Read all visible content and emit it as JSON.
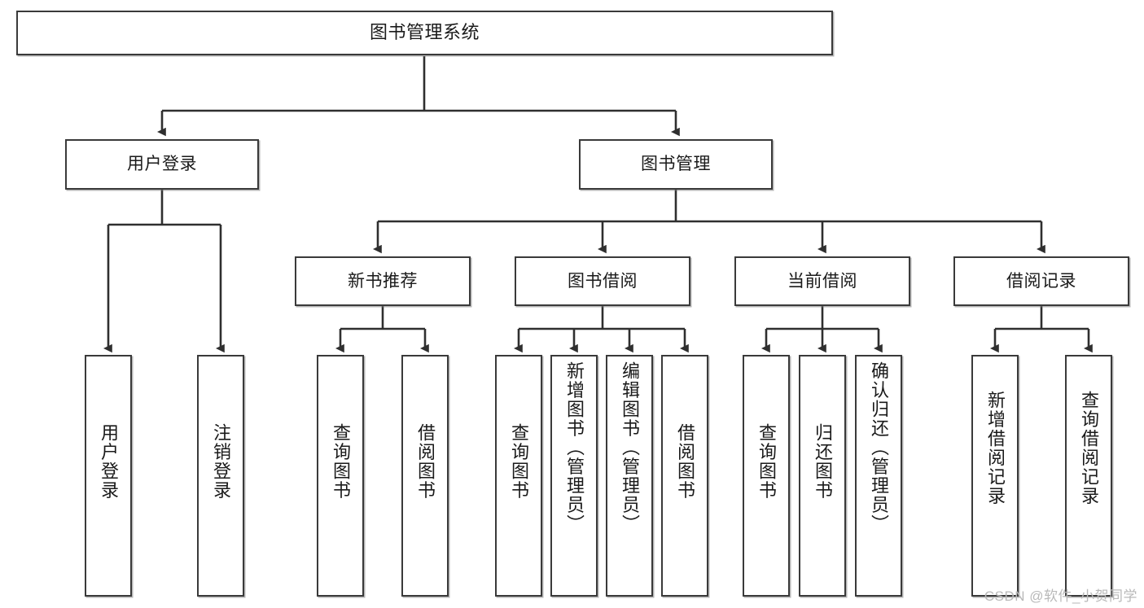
{
  "diagram": {
    "title": "图书管理系统",
    "type": "tree",
    "watermark": "CSDN @软件_小贺同学",
    "colors": {
      "box_border": "#3a3a3a",
      "box_fill": "#ffffff",
      "edge": "#333333",
      "text": "#1a1a1a",
      "watermark": "#b9b9b9"
    },
    "levels": {
      "root": {
        "label": "图书管理系统"
      },
      "level2": [
        {
          "id": "user-login",
          "label": "用户登录"
        },
        {
          "id": "book-manage",
          "label": "图书管理"
        }
      ],
      "level3": [
        {
          "id": "new-book-rec",
          "label": "新书推荐",
          "parent": "book-manage"
        },
        {
          "id": "book-borrow",
          "label": "图书借阅",
          "parent": "book-manage"
        },
        {
          "id": "current-borrow",
          "label": "当前借阅",
          "parent": "book-manage"
        },
        {
          "id": "borrow-record",
          "label": "借阅记录",
          "parent": "book-manage"
        }
      ],
      "leaves": [
        {
          "id": "leaf-user-login",
          "label": "用户登录",
          "parent": "user-login"
        },
        {
          "id": "leaf-logout",
          "label": "注销登录",
          "parent": "user-login"
        },
        {
          "id": "leaf-query-book-1",
          "label": "查询图书",
          "parent": "new-book-rec"
        },
        {
          "id": "leaf-borrow-book-1",
          "label": "借阅图书",
          "parent": "new-book-rec"
        },
        {
          "id": "leaf-query-book-2",
          "label": "查询图书",
          "parent": "book-borrow"
        },
        {
          "id": "leaf-add-book",
          "label": "新增图书（管理员）",
          "parent": "book-borrow"
        },
        {
          "id": "leaf-edit-book",
          "label": "编辑图书（管理员）",
          "parent": "book-borrow"
        },
        {
          "id": "leaf-borrow-book-2",
          "label": "借阅图书",
          "parent": "book-borrow"
        },
        {
          "id": "leaf-query-book-3",
          "label": "查询图书",
          "parent": "current-borrow"
        },
        {
          "id": "leaf-return-book",
          "label": "归还图书",
          "parent": "current-borrow"
        },
        {
          "id": "leaf-confirm-return",
          "label": "确认归还（管理员）",
          "parent": "current-borrow"
        },
        {
          "id": "leaf-add-record",
          "label": "新增借阅记录",
          "parent": "borrow-record"
        },
        {
          "id": "leaf-query-record",
          "label": "查询借阅记录",
          "parent": "borrow-record"
        }
      ]
    }
  }
}
